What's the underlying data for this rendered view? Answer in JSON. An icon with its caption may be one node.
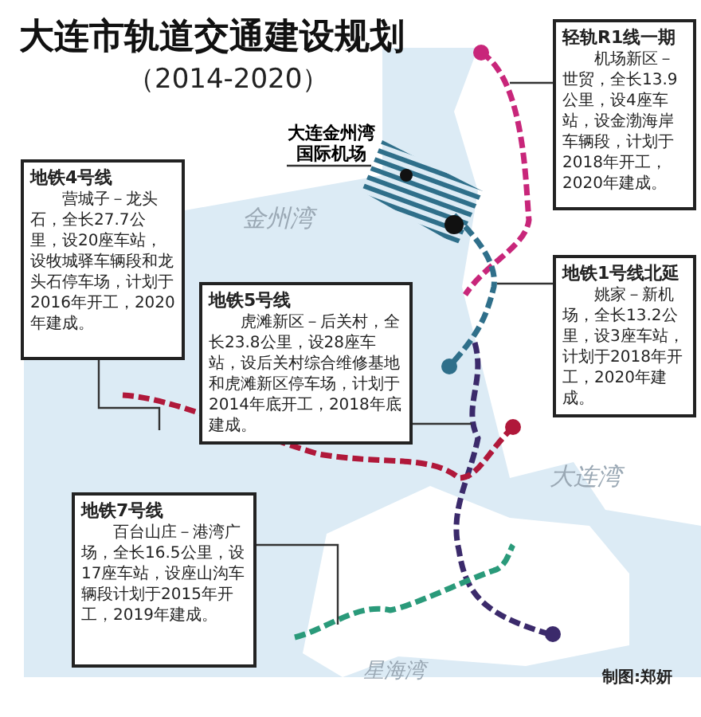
{
  "diagram": {
    "title": "大连市轨道交通建设规划",
    "nodes": [
      {
        "text": [
          "轻轨R1线一期",
          "机场新区－世贸，全长13.9公里，设4座车站，设金渤海岸车辆段，计划于2018年开工，2020年建成。"
        ]
      },
      {
        "text": [
          "大连金州湾国际机场"
        ]
      },
      {
        "text": [],
        "shape": "box"
      },
      {
        "text": [
          "地铁4号线",
          "营城子－龙头石，全长27.7公里，设20座车站，设牧城驿车辆段和龙头石停车场，计划于2016年开工，2020年建成。"
        ]
      },
      {
        "text": [
          "地铁5号线",
          "虎滩新区－后关村，全长23.8公里，设28座车站，设后关村综合维修基地和虎滩新区停车场，计划于2014年底开工，2018年底建成。"
        ]
      },
      {
        "text": [
          "地铁1号线北延",
          "姚家－新机场，全长13.2公里，设3座车站，计划于2018年开工，2020年建成。"
        ]
      },
      {
        "text": [
          "地铁7号线",
          "百台山庄－港湾广场，全长16.5公里，设17座车站，设座山沟车辆段计划于2015年开工，2019年建成。"
        ]
      }
    ],
    "edges": [
      {
        "from": 0,
        "to": null,
        "arrow": "none"
      },
      {
        "from": 1,
        "to": 2,
        "arrow": "none"
      },
      {
        "from": 3,
        "to": null,
        "arrow": "none"
      },
      {
        "from": 4,
        "to": null,
        "arrow": "none"
      },
      {
        "from": 5,
        "to": null,
        "arrow": "none"
      },
      {
        "from": 6,
        "to": null,
        "arrow": "none"
      }
    ],
    "labels": [
      "（2014-2020）",
      "金州湾",
      "大连湾",
      "星海湾",
      "制图:郑妍"
    ]
  }
}
